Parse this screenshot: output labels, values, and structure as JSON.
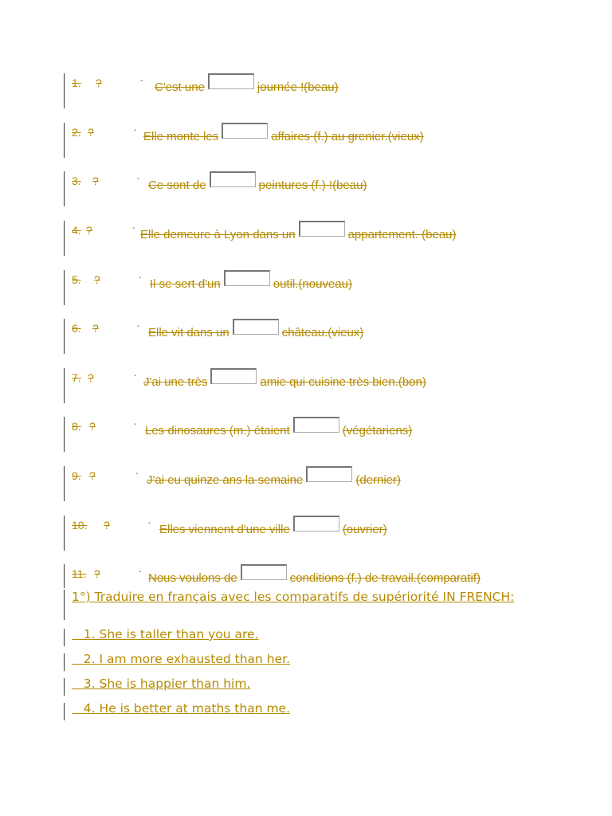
{
  "exercises": [
    {
      "num": "1.",
      "mark": "?",
      "before": "C'est une",
      "after": "journée !(beau)"
    },
    {
      "num": "2.",
      "mark": "?",
      "before": "Elle monte les",
      "after": "affaires (f.) au grenier.(vieux)"
    },
    {
      "num": "3.",
      "mark": "?",
      "before": "Ce sont de",
      "after": "peintures (f.) !(beau)"
    },
    {
      "num": "4.",
      "mark": "?",
      "before": "Elle demeure à Lyon dans un",
      "after": "appartement. (beau)"
    },
    {
      "num": "5.",
      "mark": "?",
      "before": "Il se sert d'un",
      "after": "outil.(nouveau)"
    },
    {
      "num": "6.",
      "mark": "?",
      "before": "Elle vit dans un",
      "after": "château.(vieux)"
    },
    {
      "num": "7.",
      "mark": "?",
      "before": "J'ai une très",
      "after": "amie qui cuisine très bien.(bon)"
    },
    {
      "num": "8.",
      "mark": "?",
      "before": "Les dinosaures (m.) étaient",
      "after": "(végétariens)"
    },
    {
      "num": "9.",
      "mark": "?",
      "before": "J'ai eu quinze ans la semaine",
      "after": "(dernier)"
    },
    {
      "num": "10.",
      "mark": "?",
      "before": "Elles viennent d'une ville",
      "after": "(ouvrier)"
    },
    {
      "num": "11.",
      "mark": "?",
      "before": "Nous voulons de",
      "after": "conditions (f.) de travail.(comparatif)"
    }
  ],
  "instruction": "1°) Traduire en français avec les comparatifs de supériorité IN FRENCH:",
  "translations": [
    "   1. She is taller than you are.",
    "   2. I am more exhausted than her.",
    "   3. She is happier than him.",
    "   4. He is better at maths than me."
  ],
  "colors": {
    "text": "#b58b00"
  }
}
